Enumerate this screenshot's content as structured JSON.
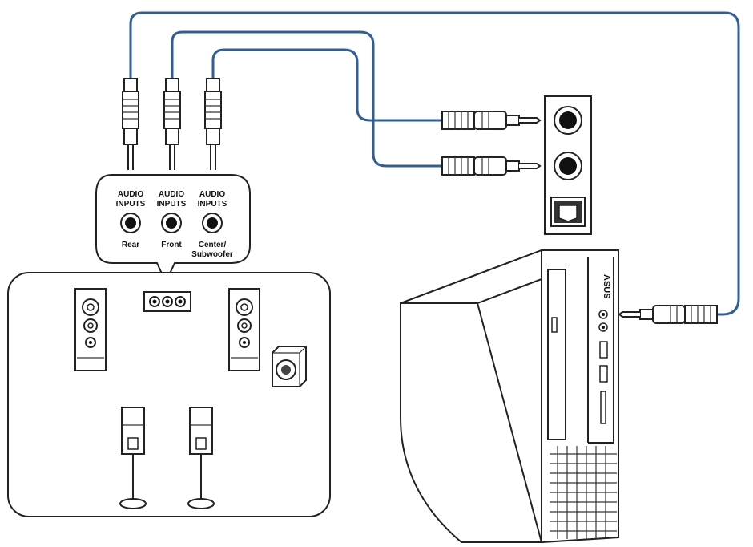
{
  "callout": {
    "jacks": [
      {
        "title_line1": "AUDIO",
        "title_line2": "INPUTS",
        "name": "Rear"
      },
      {
        "title_line1": "AUDIO",
        "title_line2": "INPUTS",
        "name": "Front"
      },
      {
        "title_line1": "AUDIO",
        "title_line2": "INPUTS",
        "name_line1": "Center/",
        "name_line2": "Subwoofer"
      }
    ]
  },
  "computer": {
    "brand": "ASUS"
  },
  "colors": {
    "cable": "#2f5f97",
    "outline": "#222222",
    "background": "#ffffff"
  },
  "icons": [
    "rca-plug-icon",
    "audio-jack-icon",
    "speaker-icon",
    "subwoofer-icon",
    "optical-port-icon",
    "desktop-computer-icon"
  ]
}
